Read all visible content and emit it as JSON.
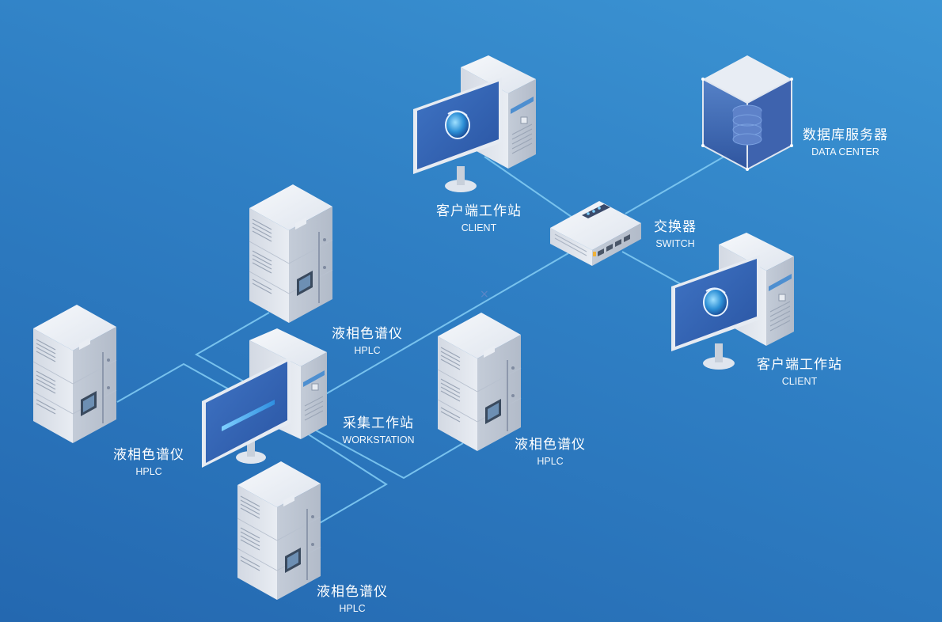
{
  "nodes": {
    "client_top": {
      "zh": "客户端工作站",
      "en": "CLIENT"
    },
    "client_right": {
      "zh": "客户端工作站",
      "en": "CLIENT"
    },
    "data_center": {
      "zh": "数据库服务器",
      "en": "DATA CENTER"
    },
    "switch": {
      "zh": "交换器",
      "en": "SWITCH"
    },
    "workstation": {
      "zh": "采集工作站",
      "en": "WORKSTATION"
    },
    "hplc_upper": {
      "zh": "液相色谱仪",
      "en": "HPLC"
    },
    "hplc_left": {
      "zh": "液相色谱仪",
      "en": "HPLC"
    },
    "hplc_mid": {
      "zh": "液相色谱仪",
      "en": "HPLC"
    },
    "hplc_bottom": {
      "zh": "液相色谱仪",
      "en": "HPLC"
    }
  },
  "colors": {
    "background_top": "#3c95d4",
    "background_bottom": "#2468b0",
    "link": "#7cc6f0",
    "screen": "#2f5fb0",
    "device_body": "#eef1f6"
  }
}
